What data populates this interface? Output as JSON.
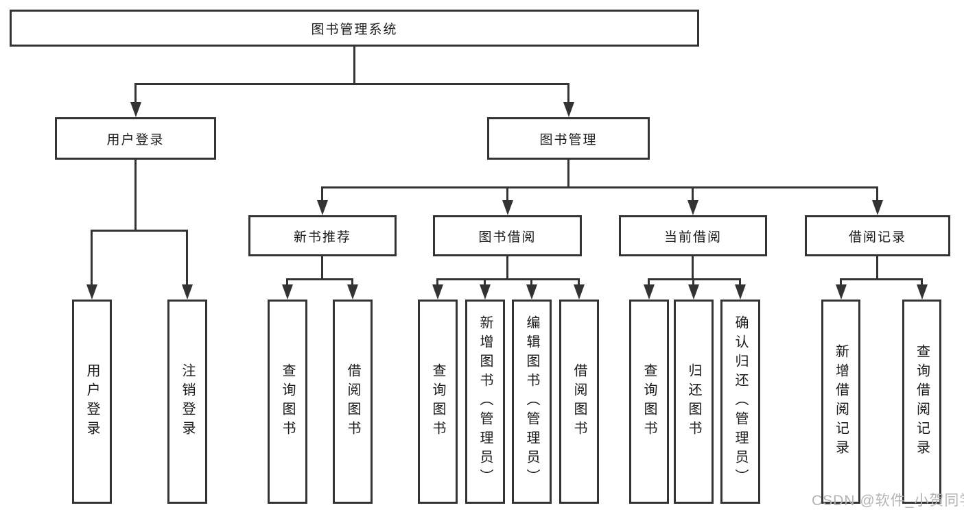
{
  "tree": {
    "root_label": "图书管理系统",
    "branches": [
      {
        "label": "用户登录",
        "children": [
          {
            "label": "用户登录"
          },
          {
            "label": "注销登录"
          }
        ]
      },
      {
        "label": "图书管理",
        "groups": [
          {
            "label": "新书推荐",
            "children": [
              {
                "label": "查询图书"
              },
              {
                "label": "借阅图书"
              }
            ]
          },
          {
            "label": "图书借阅",
            "children": [
              {
                "label": "查询图书"
              },
              {
                "label": "新增图书（管理员）"
              },
              {
                "label": "编辑图书（管理员）"
              },
              {
                "label": "借阅图书"
              }
            ]
          },
          {
            "label": "当前借阅",
            "children": [
              {
                "label": "查询图书"
              },
              {
                "label": "归还图书"
              },
              {
                "label": "确认归还（管理员）"
              }
            ]
          },
          {
            "label": "借阅记录",
            "children": [
              {
                "label": "新增借阅记录"
              },
              {
                "label": "查询借阅记录"
              }
            ]
          }
        ]
      }
    ]
  },
  "watermark": {
    "text": "CSDN @软件_小贺同学",
    "color": "#b3b3b3"
  },
  "colors": {
    "line": "#333333",
    "text": "#1a1a1a",
    "background": "#ffffff"
  }
}
